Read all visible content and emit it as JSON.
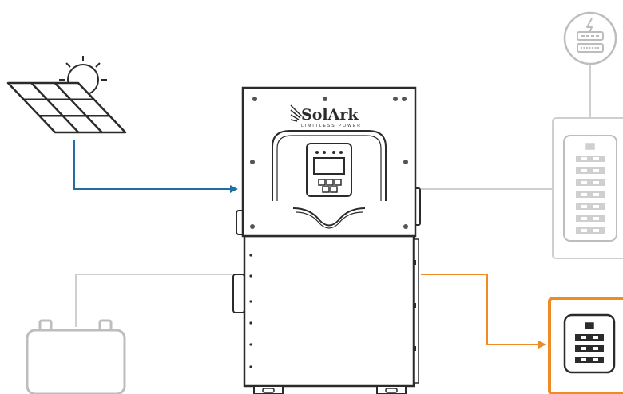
{
  "brand": {
    "name": "SolArk",
    "tagline": "LIMITLESS POWER"
  },
  "components": {
    "solar_panel": "solar-panel",
    "inverter": "sol-ark-inverter",
    "battery": "battery",
    "utility_meter": "utility-meter",
    "main_panel": "main-breaker-panel",
    "critical_loads_panel": "critical-loads-panel"
  },
  "colors": {
    "solar_flow": "#1f6fa3",
    "backup_flow": "#f08a24",
    "inactive_line": "#cfcfcf",
    "equipment_stroke": "#2b2b2b",
    "muted_stroke": "#bdbdbd",
    "highlight_border": "#f08a24"
  }
}
